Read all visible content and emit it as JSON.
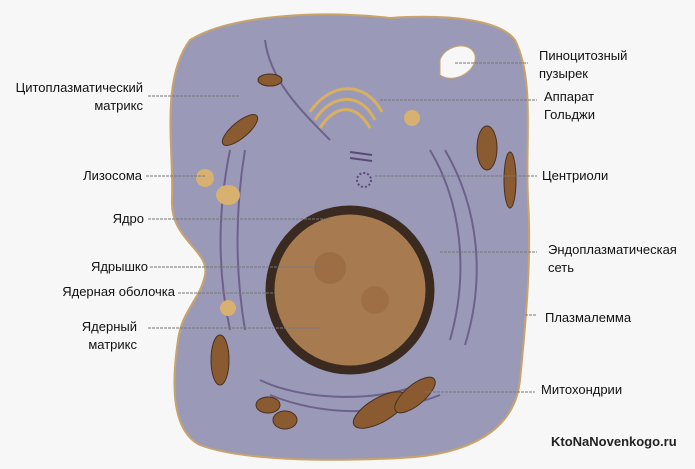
{
  "labels_left": {
    "cytoplasmic_matrix": [
      "Цитоплазматический",
      "матрикс"
    ],
    "lysosome": "Лизосома",
    "nucleus": "Ядро",
    "nucleolus": "Ядрышко",
    "nuclear_envelope": "Ядерная оболочка",
    "nuclear_matrix": [
      "Ядерный",
      "матрикс"
    ]
  },
  "labels_right": {
    "pinocytic_vesicle": [
      "Пиноцитозный",
      "пузырек"
    ],
    "golgi": [
      "Аппарат",
      "Гольджи"
    ],
    "centrioles": "Центриоли",
    "er": [
      "Эндоплазматическая",
      "сеть"
    ],
    "plasmalemma": "Плазмалемма",
    "mitochondria": "Митохондрии"
  },
  "watermark": "KtoNaNovenkogo.ru",
  "colors": {
    "cytoplasm": "#9a9ab8",
    "membrane": "#c8a36a",
    "nucleus": "#a87a50",
    "organelle": "#8a5a30"
  }
}
